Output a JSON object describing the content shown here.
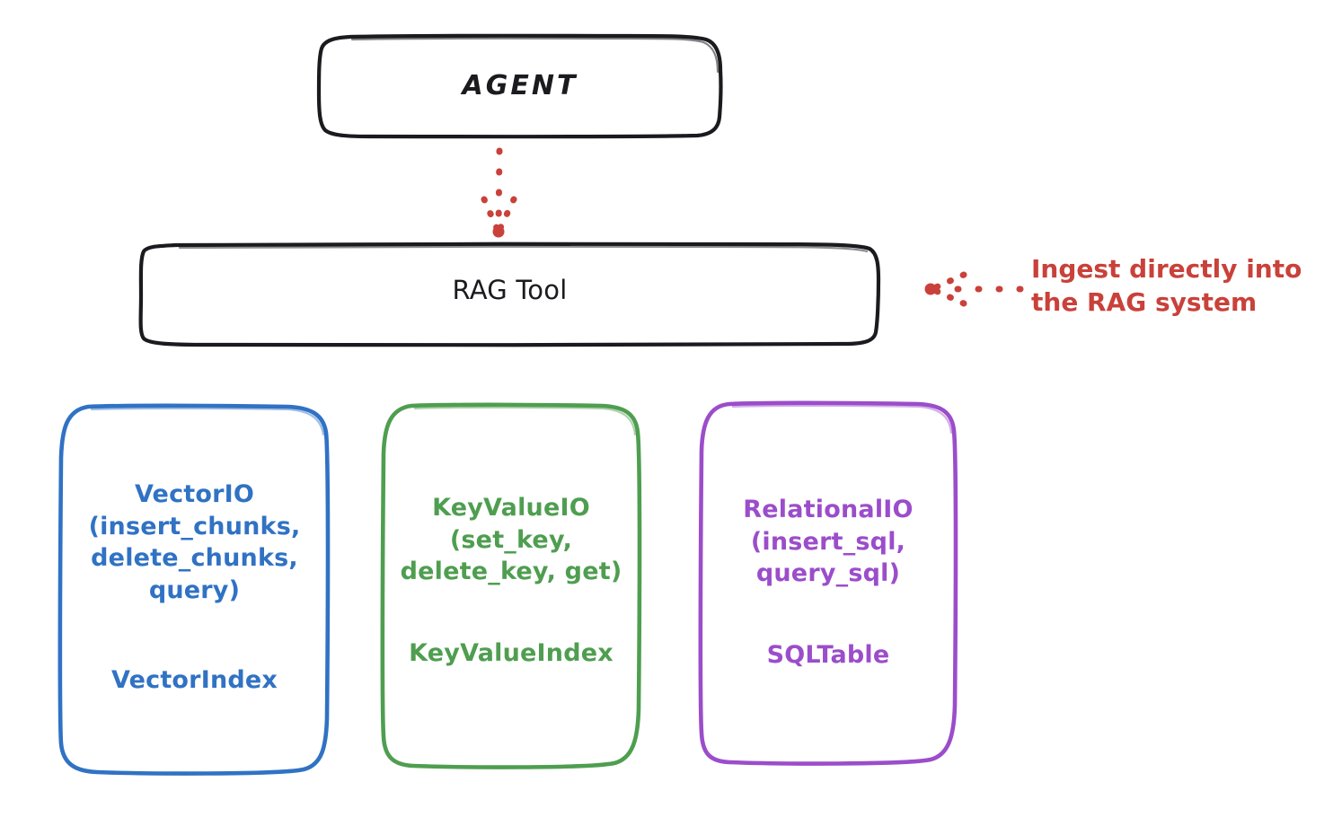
{
  "diagram": {
    "title": "RAG Tool architecture",
    "background": "#ffffff",
    "colors": {
      "stroke_black": "#1b1b1f",
      "vector_blue": "#3072c4",
      "keyvalue_green": "#4f9e50",
      "relational_purple": "#9b4dca",
      "annotation_red": "#c9413a"
    }
  },
  "nodes": {
    "agent": {
      "label": "AGENT",
      "color": "#1b1b1f"
    },
    "rag_tool": {
      "label": "RAG Tool",
      "color": "#1b1b1f"
    },
    "vector_io": {
      "api": "VectorIO\n(insert_chunks,\ndelete_chunks,\nquery)",
      "index": "VectorIndex",
      "color": "#3072c4"
    },
    "key_value_io": {
      "api": "KeyValueIO\n(set_key,\ndelete_key, get)",
      "index": "KeyValueIndex",
      "color": "#4f9e50"
    },
    "relational_io": {
      "api": "RelationalIO\n(insert_sql,\nquery_sql)",
      "index": "SQLTable",
      "color": "#9b4dca"
    }
  },
  "annotations": {
    "ingest": {
      "text": "Ingest directly into\nthe RAG system",
      "color": "#c9413a"
    }
  },
  "connectors": [
    {
      "name": "agent-to-ragtool",
      "from": "agent",
      "to": "rag_tool",
      "style": "dotted",
      "color": "#c9413a",
      "direction": "down"
    },
    {
      "name": "ingest-to-ragtool",
      "from": "ingest-annotation",
      "to": "rag_tool",
      "style": "dotted",
      "color": "#c9413a",
      "direction": "left"
    }
  ]
}
